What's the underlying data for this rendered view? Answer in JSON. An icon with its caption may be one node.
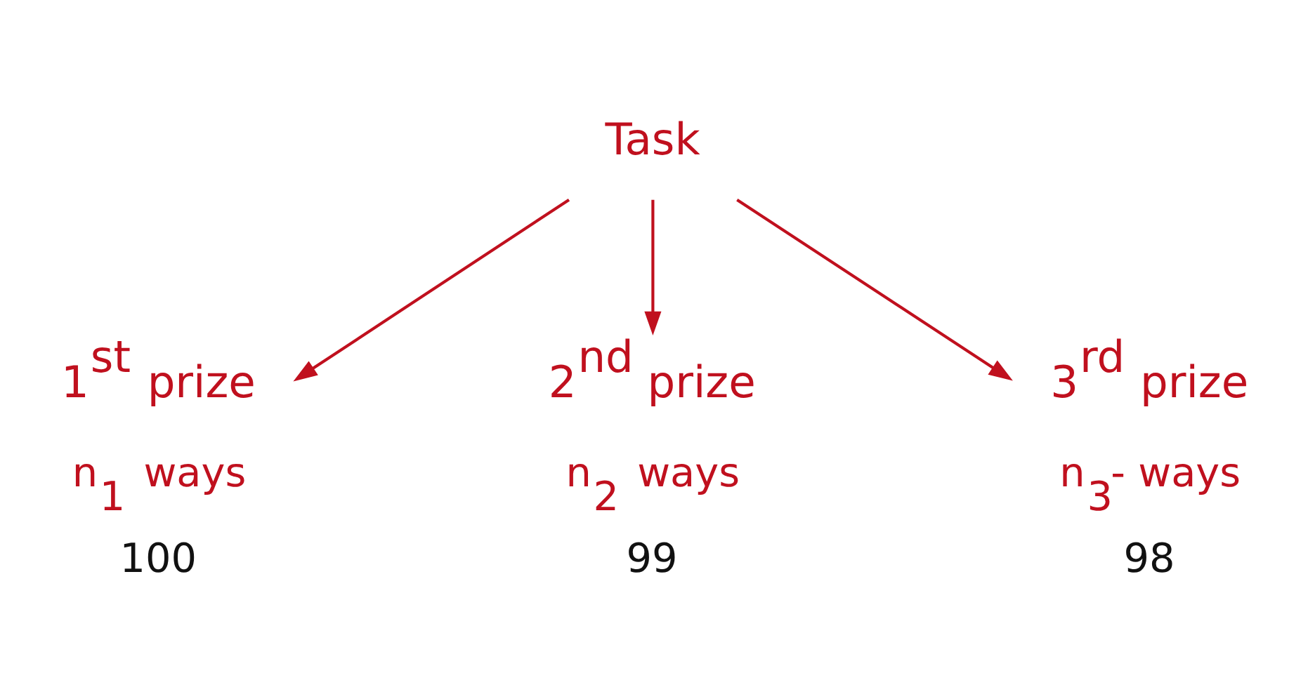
{
  "diagram": {
    "nodes": [
      {
        "text": [
          "Task"
        ]
      },
      {
        "text": [
          "1$^{st}$ prize"
        ],
        "beside": [
          "n$_{1}$ ways",
          "100"
        ]
      },
      {
        "text": [
          "2$^{nd}$ prize"
        ],
        "beside": [
          "n$_{2}$ ways",
          "99"
        ]
      },
      {
        "text": [
          "3$^{rd}$ prize"
        ],
        "beside": [
          "n$_{3}$- ways",
          "98"
        ]
      }
    ],
    "edges": [
      {
        "from": 0,
        "to": 1,
        "arrow": "to"
      },
      {
        "from": 0,
        "to": 2,
        "arrow": "to"
      },
      {
        "from": 0,
        "to": 3,
        "arrow": "to"
      }
    ]
  }
}
